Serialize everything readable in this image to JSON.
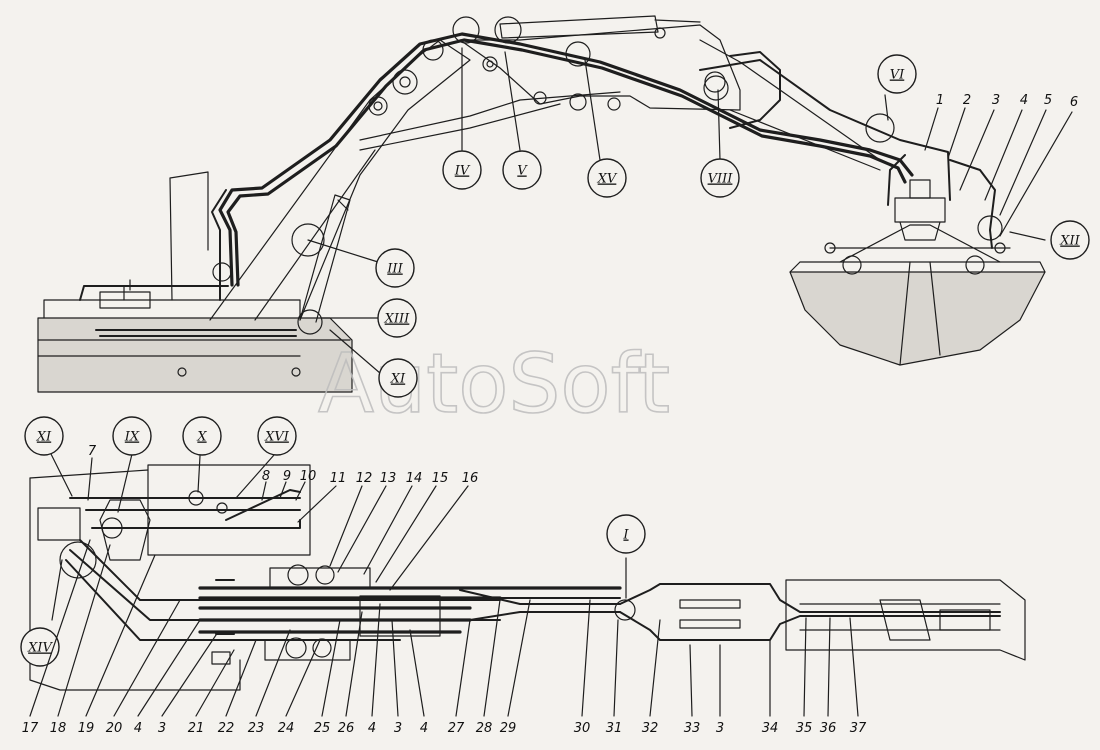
{
  "watermark": "AutoSoft",
  "callouts_top": {
    "IV": "IV",
    "V": "V",
    "XV": "XV",
    "VIII": "VIII",
    "VI": "VI",
    "XII": "XII",
    "III": "III",
    "XIII": "XIII",
    "XI": "XI"
  },
  "callouts_bottom": {
    "XI": "XI",
    "IX": "IX",
    "X": "X",
    "XVI": "XVI",
    "XIV": "XIV",
    "I": "I"
  },
  "top_numbers": [
    "1",
    "2",
    "3",
    "4",
    "5",
    "6"
  ],
  "mid_numbers": [
    "7",
    "8",
    "9",
    "10",
    "11",
    "12",
    "13",
    "14",
    "15",
    "16"
  ],
  "bottom_numbers": [
    "17",
    "18",
    "19",
    "20",
    "4",
    "3",
    "21",
    "22",
    "23",
    "24",
    "25",
    "26",
    "4",
    "3",
    "4",
    "27",
    "28",
    "29",
    "30",
    "31",
    "32",
    "33",
    "3",
    "34",
    "35",
    "36",
    "37"
  ]
}
